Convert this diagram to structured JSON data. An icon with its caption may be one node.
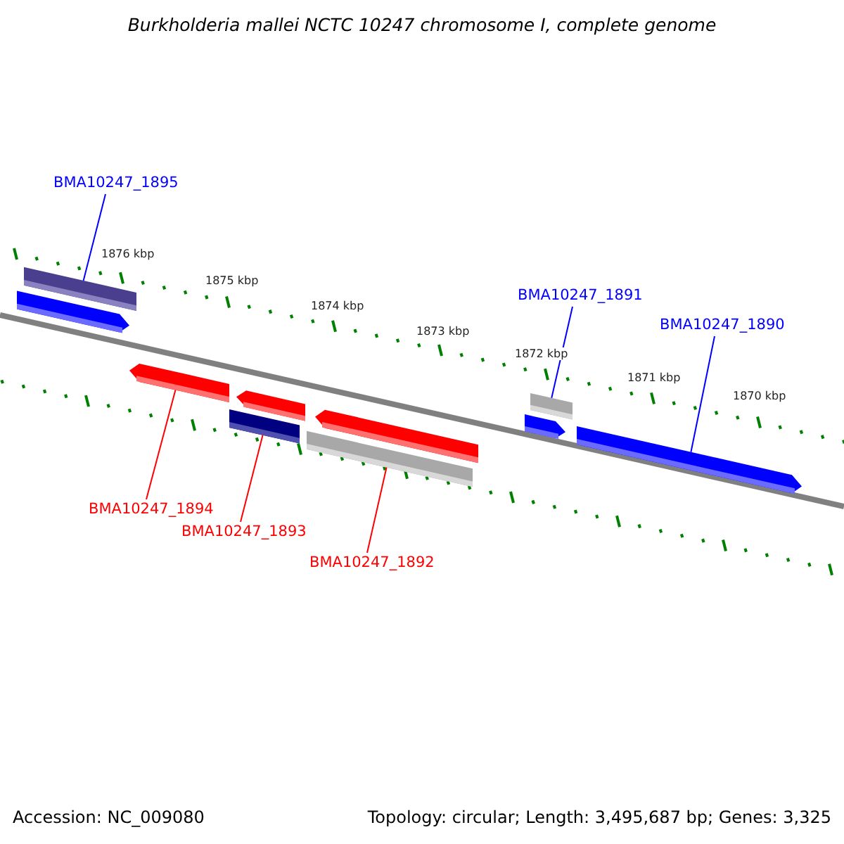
{
  "diagram": {
    "title": "Burkholderia mallei NCTC 10247 chromosome I, complete genome",
    "nodes": [
      {
        "text": [
          "BMA10247_1895"
        ]
      },
      {
        "text": [
          "BMA10247_1891"
        ]
      },
      {
        "text": [
          "BMA10247_1890"
        ]
      },
      {
        "text": [
          "BMA10247_1894"
        ]
      },
      {
        "text": [
          "BMA10247_1893"
        ]
      },
      {
        "text": [
          "BMA10247_1892"
        ]
      },
      {
        "text": [],
        "shape": "arrow"
      },
      {
        "text": [],
        "shape": "bar"
      },
      {
        "text": [],
        "shape": "arrow"
      },
      {
        "text": [],
        "shape": "bar"
      },
      {
        "text": [],
        "shape": "arrow"
      },
      {
        "text": [],
        "shape": "bar"
      },
      {
        "text": [],
        "shape": "arrow"
      },
      {
        "text": [],
        "shape": "arrow"
      },
      {
        "text": [],
        "shape": "bar"
      },
      {
        "text": [],
        "shape": "arrow"
      }
    ],
    "edges": [
      {
        "from": 0,
        "to": 7,
        "arrow": "none"
      },
      {
        "from": 1,
        "to": 14,
        "arrow": "none"
      },
      {
        "from": 2,
        "to": 15,
        "arrow": "none"
      },
      {
        "from": 3,
        "to": 8,
        "arrow": "none",
        "color": "#ff0000"
      },
      {
        "from": 4,
        "to": 9,
        "arrow": "none",
        "color": "#ff0000"
      },
      {
        "from": 5,
        "to": 11,
        "arrow": "none",
        "color": "#ff0000"
      }
    ],
    "labels": [
      "1876 kbp",
      "1875 kbp",
      "1874 kbp",
      "1873 kbp",
      "1872 kbp",
      "1871 kbp",
      "1870 kbp",
      "Accession: NC_009080",
      "Topology: circular; Length: 3,495,687 bp; Genes: 3,325"
    ]
  }
}
